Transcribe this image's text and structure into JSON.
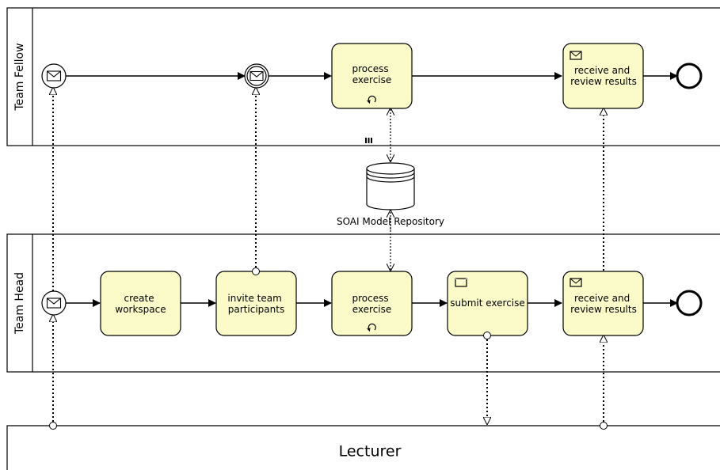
{
  "pools": {
    "team_fellow": "Team Fellow",
    "team_head": "Team Head",
    "lecturer": "Lecturer"
  },
  "data_store": {
    "label": "SOAI Model Repository"
  },
  "tasks": {
    "fellow_process": [
      "process",
      "exercise"
    ],
    "fellow_receive": [
      "receive and",
      "review results"
    ],
    "head_create": [
      "create",
      "workspace"
    ],
    "head_invite": [
      "invite team",
      "participants"
    ],
    "head_process": [
      "process",
      "exercise"
    ],
    "head_submit": [
      "submit exercise"
    ],
    "head_receive": [
      "receive and",
      "review results"
    ]
  },
  "icons": {
    "message_start": "envelope-icon",
    "message_intermediate_catch": "envelope-icon",
    "loop_marker": "loop-icon",
    "send_task": "filled-envelope-icon",
    "receive_task": "envelope-icon",
    "end_event": "end-circle-icon",
    "multi_instance_marker": "parallel-bars-icon"
  },
  "colors": {
    "task_fill": "#fbfbc9",
    "stroke": "#000000",
    "background": "#ffffff"
  }
}
